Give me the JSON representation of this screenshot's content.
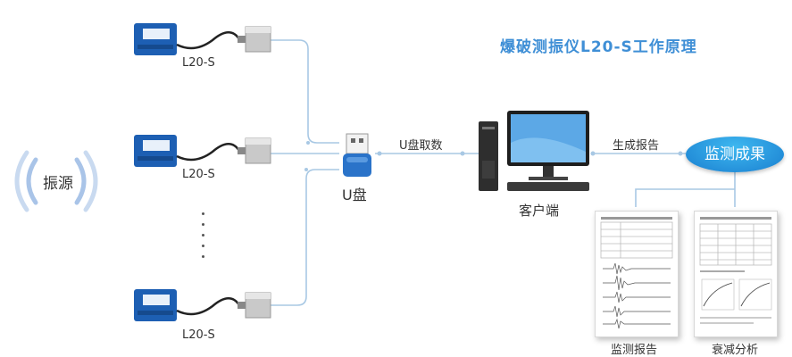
{
  "title": "爆破测振仪L20-S工作原理",
  "source": {
    "label": "振源",
    "icon": "vibration-wave-icon"
  },
  "devices": [
    {
      "label": "L20-S"
    },
    {
      "label": "L20-S"
    },
    {
      "label": "L20-S"
    }
  ],
  "usb": {
    "label": "U盘",
    "flow_label": "U盘取数",
    "icon": "usb-drive-icon"
  },
  "computer": {
    "label": "客户端",
    "flow_label": "生成报告",
    "icon": "desktop-computer-icon"
  },
  "result": {
    "label": "监测成果"
  },
  "reports": [
    {
      "label": "监测报告"
    },
    {
      "label": "衰减分析"
    }
  ],
  "colors": {
    "accent": "#3f8fd6",
    "line": "#8fb8da",
    "device": "#1d5fb3"
  }
}
